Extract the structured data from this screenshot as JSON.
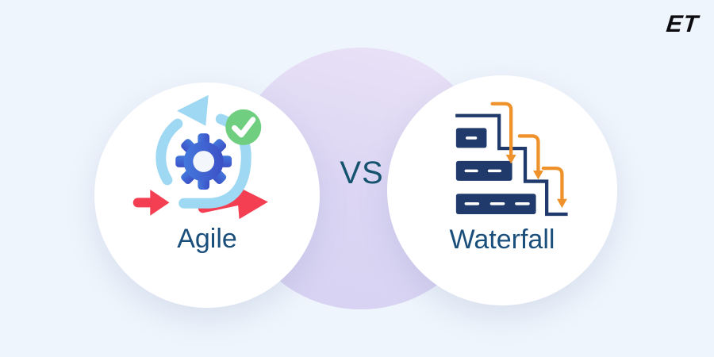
{
  "page": {
    "background_color": "#EFF5FC"
  },
  "brand": {
    "logo_text": "ET",
    "logo_color": "#0C0C10"
  },
  "comparison": {
    "vs_label": "VS",
    "vs_color": "#15536F",
    "divider_circle_color": "#DCD6F4",
    "left": {
      "label": "Agile",
      "label_color": "#1A4F7C",
      "icon": "agile-cycle-icon",
      "icon_colors": {
        "cycle_arrow": "#9FD8F3",
        "gear_gradient_start": "#4478DC",
        "gear_gradient_end": "#3C50C6",
        "gear_hub": "#F3F6FB",
        "check_badge": "#6FCE80",
        "check_mark": "#FFFFFF",
        "timeline_arrows": "#F43F52"
      }
    },
    "right": {
      "label": "Waterfall",
      "label_color": "#1A4F7C",
      "icon": "waterfall-steps-icon",
      "icon_colors": {
        "step_line": "#1F3A6B",
        "phase_blocks": "#1F3A6B",
        "block_dashes": "#FFFFFF",
        "flow_arrows": "#F0922B"
      },
      "phase_block_dash_counts": [
        1,
        2,
        3
      ]
    }
  }
}
